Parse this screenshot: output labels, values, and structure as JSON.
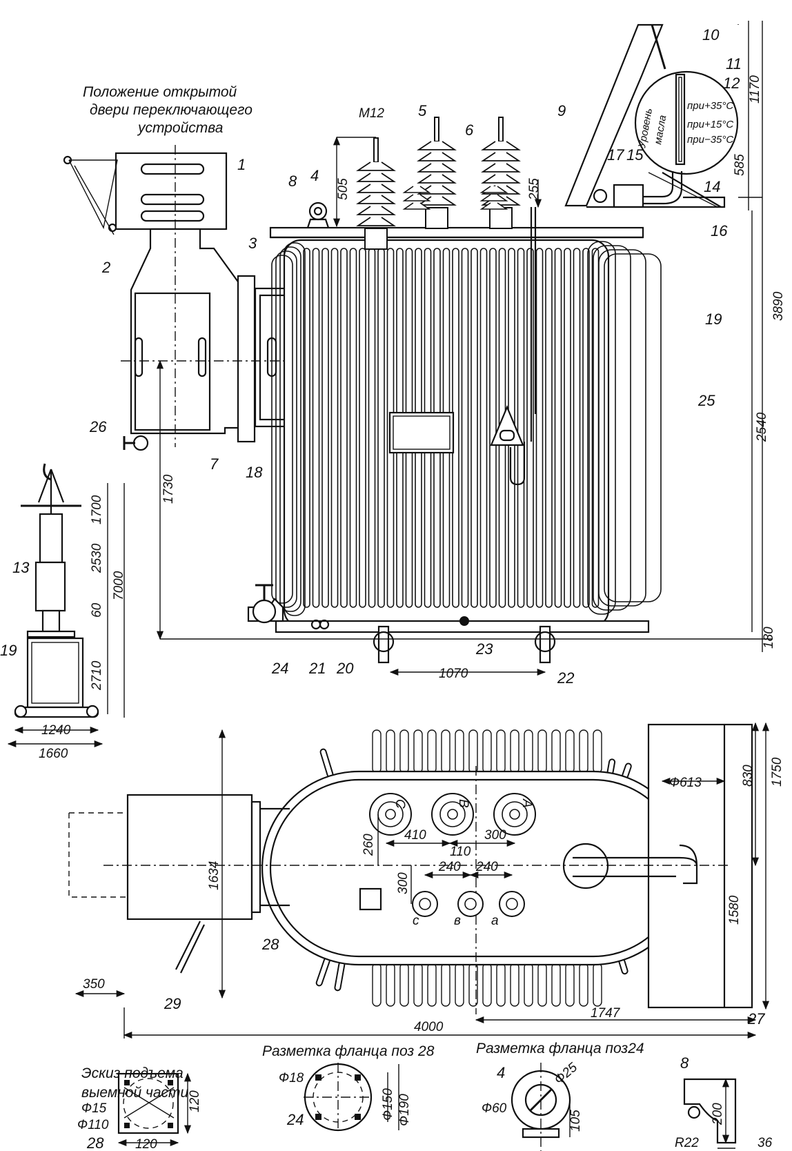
{
  "captions": {
    "door_position": [
      "Положение открытой",
      "двери переключающего",
      "устройства"
    ],
    "lift_sketch": [
      "Эскиз подъема",
      "выемной части"
    ],
    "flange28": "Разметка фланца поз 28",
    "flange24": "Разметка фланца поз24"
  },
  "oil_gauge": {
    "title": [
      "Уровень",
      "масла"
    ],
    "marks": [
      "при+35°С",
      "при+15°С",
      "при−35°С"
    ]
  },
  "callouts": [
    "1",
    "2",
    "3",
    "4",
    "5",
    "6",
    "7",
    "8",
    "9",
    "10",
    "11",
    "12",
    "13",
    "14",
    "15",
    "16",
    "17",
    "18",
    "19",
    "19",
    "20",
    "21",
    "22",
    "23",
    "24",
    "25",
    "26",
    "27",
    "28",
    "29"
  ],
  "dimensions": {
    "m12": "М12",
    "d505": "505",
    "d255": "255",
    "d1170": "1170",
    "d585": "585",
    "d3890": "3890",
    "d2540": "2540",
    "d180": "180",
    "d1730": "1730",
    "d1070": "1070",
    "d1700": "1700",
    "d2530": "2530",
    "d7000": "7000",
    "d60": "60",
    "d2710": "2710",
    "d1240": "1240",
    "d1660": "1660",
    "d1634": "1634",
    "d350": "350",
    "d4000": "4000",
    "d1747": "1747",
    "d1750": "1750",
    "d830": "830",
    "d1580": "1580",
    "phi613": "Ф613",
    "d260": "260",
    "d410": "410",
    "d110": "110",
    "d300a": "300",
    "d300b": "300",
    "d240a": "240",
    "d240b": "240",
    "phi15": "Ф15",
    "phi110": "Ф110",
    "d120a": "120",
    "d120b": "120",
    "phi18": "Ф18",
    "phi150": "Ф150",
    "phi190": "Ф190",
    "l24": "24",
    "phi25": "Ф25",
    "phi60": "Ф60",
    "d105": "105",
    "l4": "4",
    "d200": "200",
    "d36": "36",
    "r22": "R22",
    "l8": "8",
    "l28": "28"
  },
  "bushings": {
    "hv": [
      "С",
      "В",
      "А"
    ],
    "lv": [
      "с",
      "в",
      "а"
    ]
  }
}
